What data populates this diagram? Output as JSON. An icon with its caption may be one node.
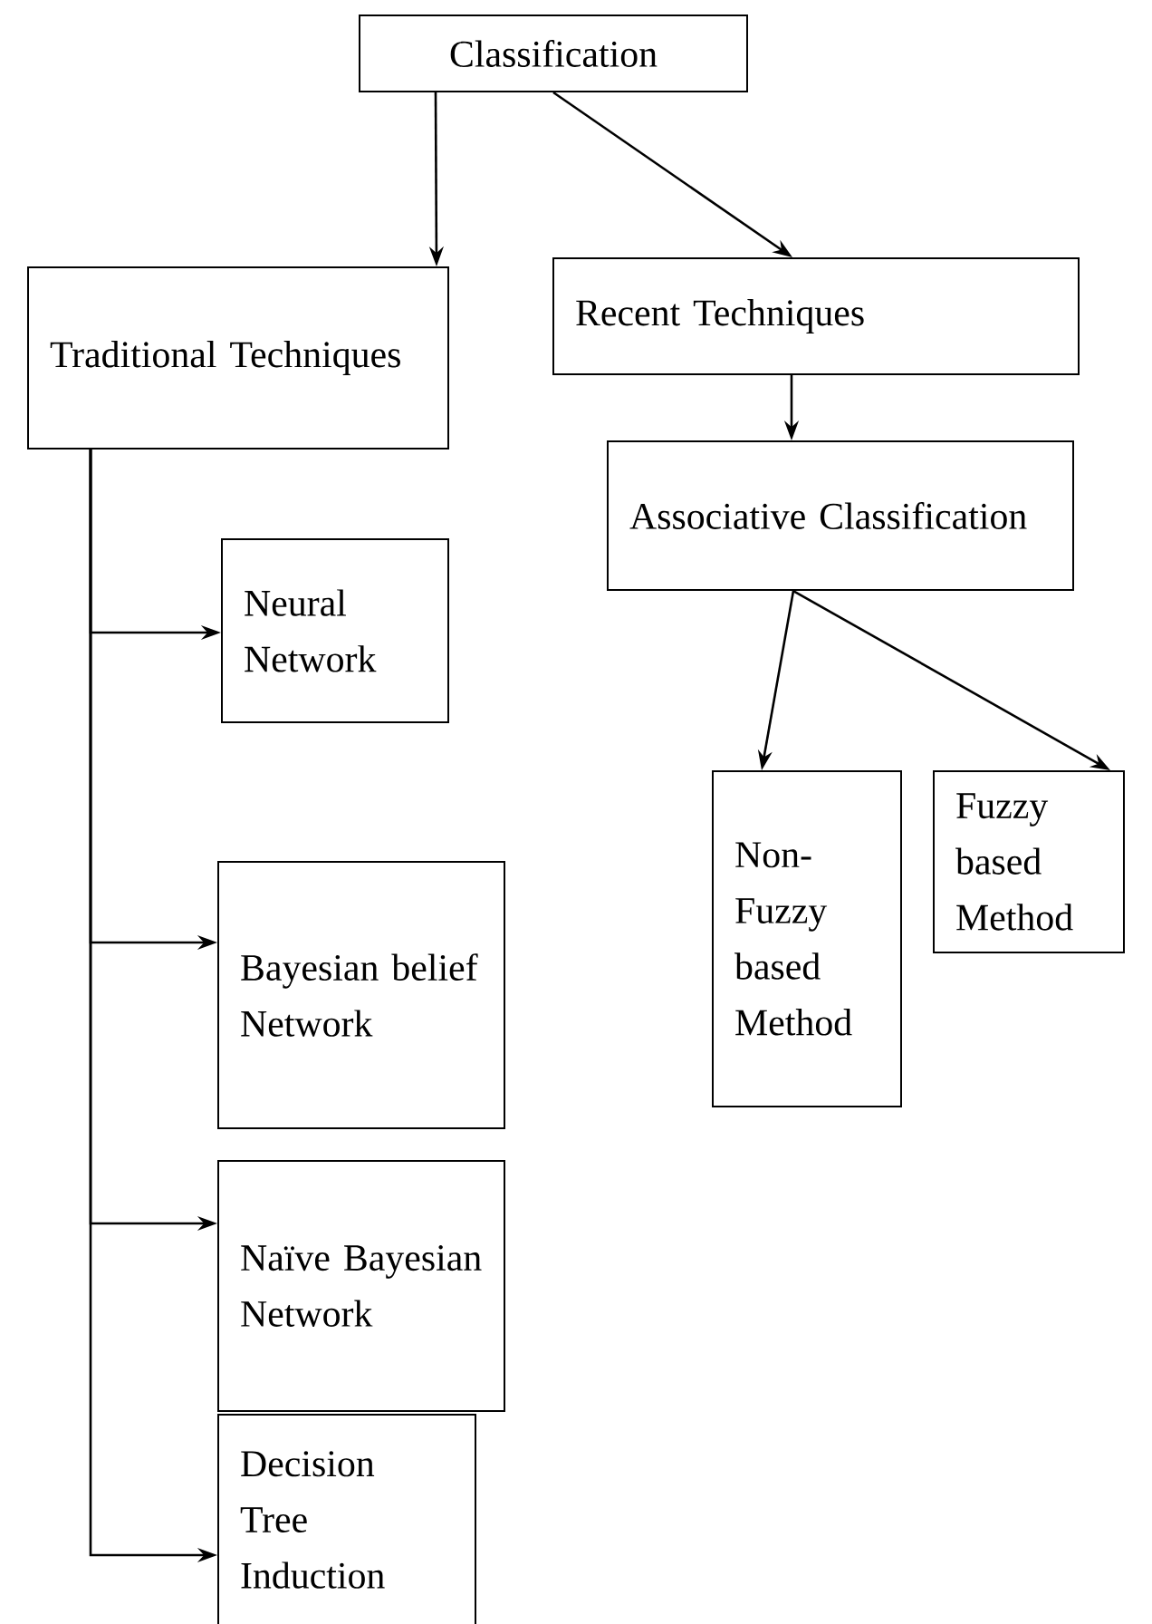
{
  "diagram": {
    "nodes": [
      {
        "text": [
          "Classification"
        ]
      },
      {
        "text": [
          "Traditional Techniques"
        ]
      },
      {
        "text": [
          "Recent Techniques"
        ]
      },
      {
        "text": [
          "Associative Classification"
        ]
      },
      {
        "text": [
          "Neural Network"
        ]
      },
      {
        "text": [
          "Bayesian belief Network"
        ]
      },
      {
        "text": [
          "Naïve Bayesian Network"
        ]
      },
      {
        "text": [
          "Decision Tree Induction"
        ]
      },
      {
        "text": [
          "Non-Fuzzy based Method"
        ]
      },
      {
        "text": [
          "Fuzzy based Method"
        ]
      }
    ],
    "edges": [
      {
        "from": 0,
        "to": 1,
        "arrow": "to"
      },
      {
        "from": 0,
        "to": 2,
        "arrow": "to"
      },
      {
        "from": 2,
        "to": 3,
        "arrow": "to"
      },
      {
        "from": 1,
        "to": 4,
        "arrow": "to"
      },
      {
        "from": 1,
        "to": 5,
        "arrow": "to"
      },
      {
        "from": 1,
        "to": 6,
        "arrow": "to"
      },
      {
        "from": 1,
        "to": 7,
        "arrow": "to"
      },
      {
        "from": 3,
        "to": 8,
        "arrow": "to"
      },
      {
        "from": 3,
        "to": 9,
        "arrow": "to"
      }
    ]
  }
}
